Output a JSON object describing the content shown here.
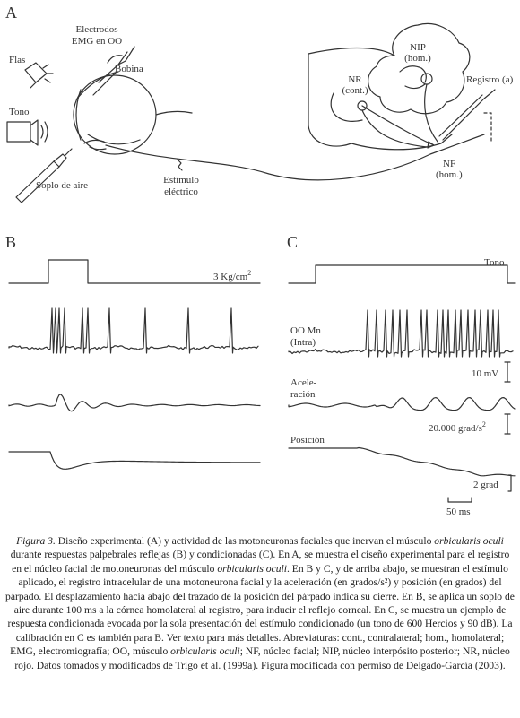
{
  "panels": {
    "a": {
      "letter": "A",
      "flash": "Flas",
      "tone": "Tono",
      "air_puff": "Soplo de aire",
      "electrodes": [
        "Electrodos",
        "EMG en OO"
      ],
      "coil": "Bobina",
      "electric_stimulus": [
        "Estímulo",
        "eléctrico"
      ],
      "nip": [
        "NIP",
        "(hom.)"
      ],
      "nr": [
        "NR",
        "(cont.)"
      ],
      "recording": "Registro (a)",
      "nf": [
        "NF",
        "(hom.)"
      ]
    },
    "b": {
      "letter": "B",
      "stim_label": "3 Kg/cm",
      "stim_label_exp": "2"
    },
    "c": {
      "letter": "C",
      "tone_label": "Tono",
      "trace_mn": [
        "OO Mn",
        "(Intra)"
      ],
      "cal_voltage": "10 mV",
      "acceleration": [
        "Acele-",
        "ración"
      ],
      "cal_accel": "20.000 grad/s",
      "cal_accel_exp": "2",
      "position": "Posición",
      "cal_time": "50 ms",
      "cal_position": "2 grad"
    }
  },
  "caption": {
    "fig_label": "Figura 3.",
    "s1_a": " Diseño experimental (A) y actividad de las motoneuronas faciales que inervan el músculo ",
    "s1_italic": "orbicularis oculi",
    "s1_b": " durante respuestas palpebrales reflejas (B) y condicionadas (C). En A, se muestra el ciseño experimental para el registro en el núcleo facial de motoneuronas del músculo ",
    "s1_italic2": "orbicularis oculi",
    "s1_c": ". En B y C, y de arriba abajo, se muestran el estímulo aplicado, el registro intracelular de una motoneurona facial y la aceleración (en grados/s²) y posición (en grados) del párpado. El desplazamiento hacia abajo del trazado de la posición del párpado indica su cierre. En B, se aplica un soplo de aire durante 100 ms a la córnea homolateral al registro, para inducir el reflejo corneal. En C, se muestra un ejemplo de respuesta condicionada evocada por la sola presentación del estímulo condicionado (un tono de 600 Hercios y 90 dB). La calibración en C es también para B. Ver texto para más detalles. Abreviaturas: cont., contralateral; hom., homolateral; EMG, electromiografía; OO, músculo ",
    "s1_italic3": "orbicularis oculi",
    "s1_d": "; NF, núcleo facial; NIP, núcleo interpósito posterior; NR, núcleo rojo. Datos tomados y modificados de Trigo et al. (1999a). Figura modificada con permiso de Delgado-García (2003)."
  }
}
